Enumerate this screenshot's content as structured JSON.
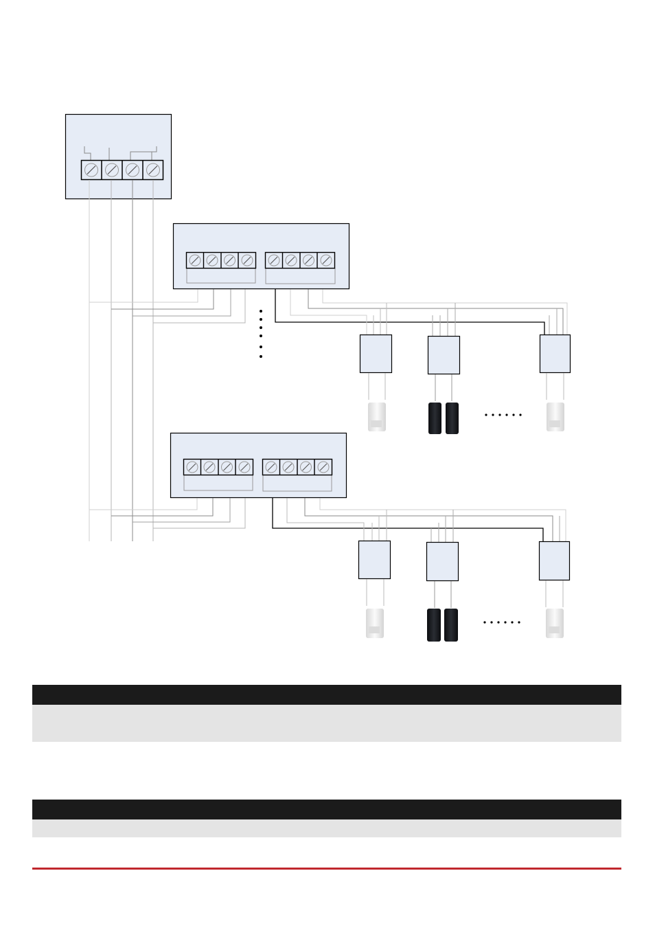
{
  "colors": {
    "panel_fill": "#e6ecf6",
    "outline": "#000000",
    "wire_light": "#c8c8c8",
    "wire_mid": "#9a9a9a",
    "wire_dark": "#000000",
    "table_header": "#1b1b1b",
    "table_row": "#e4e4e4",
    "footer_rule": "#c0272d",
    "detector_white": "#eeeeee",
    "detector_black": "#15171c"
  },
  "icons": {
    "terminal": "terminal-screw-icon",
    "pir_detector": "pir-detector-icon",
    "beam_detector": "beam-detector-icon",
    "continuation": "ellipsis-icon"
  },
  "diagram": {
    "main_panel_terminals": 4,
    "expander_terminals_per_block": 4,
    "expander_blocks": 2,
    "zone_modules_per_expander": 3
  }
}
